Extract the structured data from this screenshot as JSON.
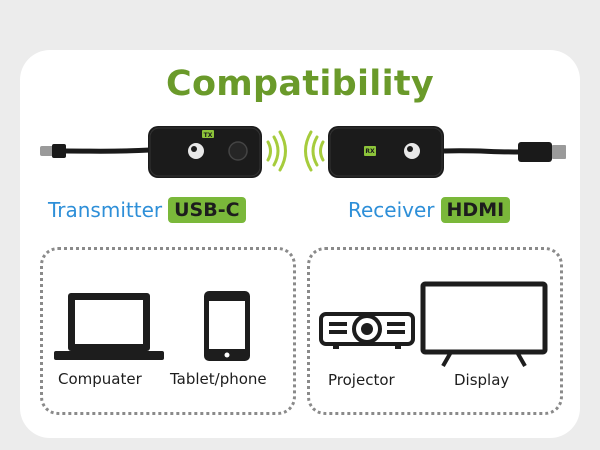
{
  "title": "Compatibility",
  "transmitter": {
    "label": "Transmitter",
    "badge": "USB-C",
    "tag": "TX"
  },
  "receiver": {
    "label": "Receiver",
    "badge": "HDMI",
    "tag": "RX"
  },
  "left_devices": [
    {
      "icon": "laptop-icon",
      "label": "Compuater"
    },
    {
      "icon": "tablet-phone-icon",
      "label": "Tablet/phone"
    }
  ],
  "right_devices": [
    {
      "icon": "projector-icon",
      "label": "Projector"
    },
    {
      "icon": "display-icon",
      "label": "Display"
    }
  ],
  "colors": {
    "title": "#6a9a2a",
    "label": "#2e8fd8",
    "badge": "#7ab83a",
    "wave": "#a6cc3c"
  }
}
